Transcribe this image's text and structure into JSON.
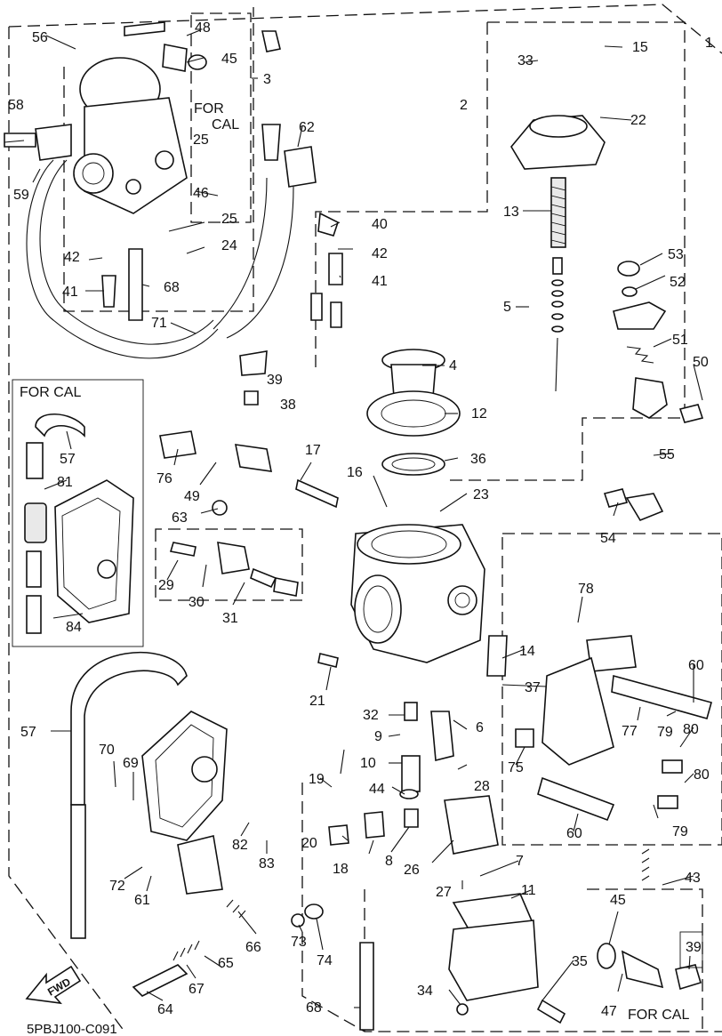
{
  "diagram": {
    "code": "5PBJ100-C091",
    "for_cal_labels": [
      "FOR",
      "CAL",
      "FOR CAL",
      "FOR CAL"
    ],
    "fwd_label": "FWD",
    "callouts": [
      "1",
      "2",
      "3",
      "4",
      "5",
      "6",
      "7",
      "8",
      "9",
      "10",
      "11",
      "12",
      "13",
      "14",
      "15",
      "16",
      "17",
      "18",
      "19",
      "20",
      "21",
      "22",
      "23",
      "24",
      "25",
      "25",
      "26",
      "27",
      "28",
      "29",
      "30",
      "31",
      "32",
      "33",
      "34",
      "35",
      "36",
      "37",
      "38",
      "39",
      "39",
      "40",
      "41",
      "41",
      "42",
      "42",
      "43",
      "44",
      "45",
      "45",
      "46",
      "47",
      "48",
      "49",
      "50",
      "51",
      "52",
      "53",
      "54",
      "55",
      "56",
      "57",
      "57",
      "58",
      "59",
      "60",
      "60",
      "61",
      "62",
      "63",
      "64",
      "65",
      "66",
      "67",
      "68",
      "68",
      "69",
      "70",
      "71",
      "72",
      "73",
      "74",
      "75",
      "76",
      "77",
      "78",
      "79",
      "79",
      "80",
      "80",
      "81",
      "82",
      "83",
      "84"
    ]
  }
}
